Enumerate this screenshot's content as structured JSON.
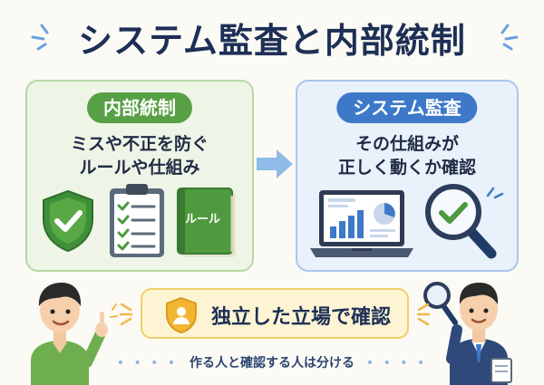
{
  "title": "システム監査と内部統制",
  "left_panel": {
    "heading": "内部統制",
    "description": [
      "ミスや不正を防ぐ",
      "ルールや仕組み"
    ],
    "book_label": "ルール"
  },
  "right_panel": {
    "heading": "システム監査",
    "description": [
      "その仕組みが",
      "正しく動くか確認"
    ]
  },
  "banner": {
    "text": "独立した立場で確認"
  },
  "footer": {
    "text": "作る人と確認する人は分ける",
    "dots_left": "• • • •",
    "dots_right": "• • • •"
  },
  "colors": {
    "green": "#58a045",
    "blue": "#3d79c8",
    "navy": "#1d2f55",
    "yellow": "#f0cf6a"
  }
}
